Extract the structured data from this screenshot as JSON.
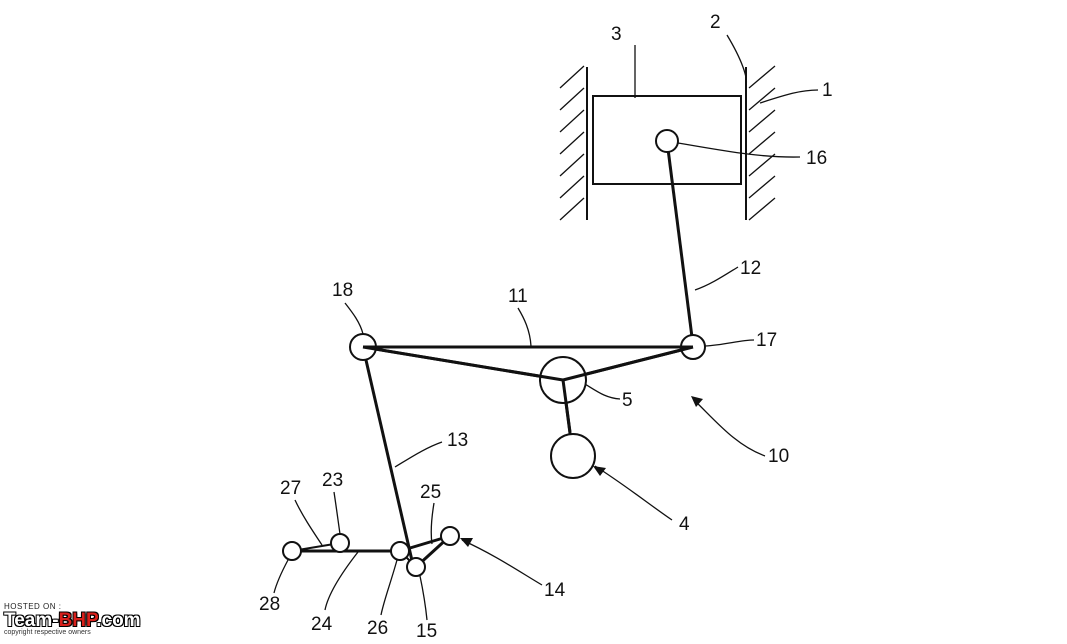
{
  "labels": {
    "l1": "1",
    "l2": "2",
    "l3": "3",
    "l4": "4",
    "l5": "5",
    "l10": "10",
    "l11": "11",
    "l12": "12",
    "l13": "13",
    "l14": "14",
    "l15": "15",
    "l16": "16",
    "l17": "17",
    "l18": "18",
    "l23": "23",
    "l24": "24",
    "l25": "25",
    "l26": "26",
    "l27": "27",
    "l28": "28"
  },
  "watermark": {
    "hosted": "HOSTED ON :",
    "brand_a": "Team-",
    "brand_b": "BHP",
    "brand_c": ".com",
    "copyright": "copyright respective owners"
  }
}
